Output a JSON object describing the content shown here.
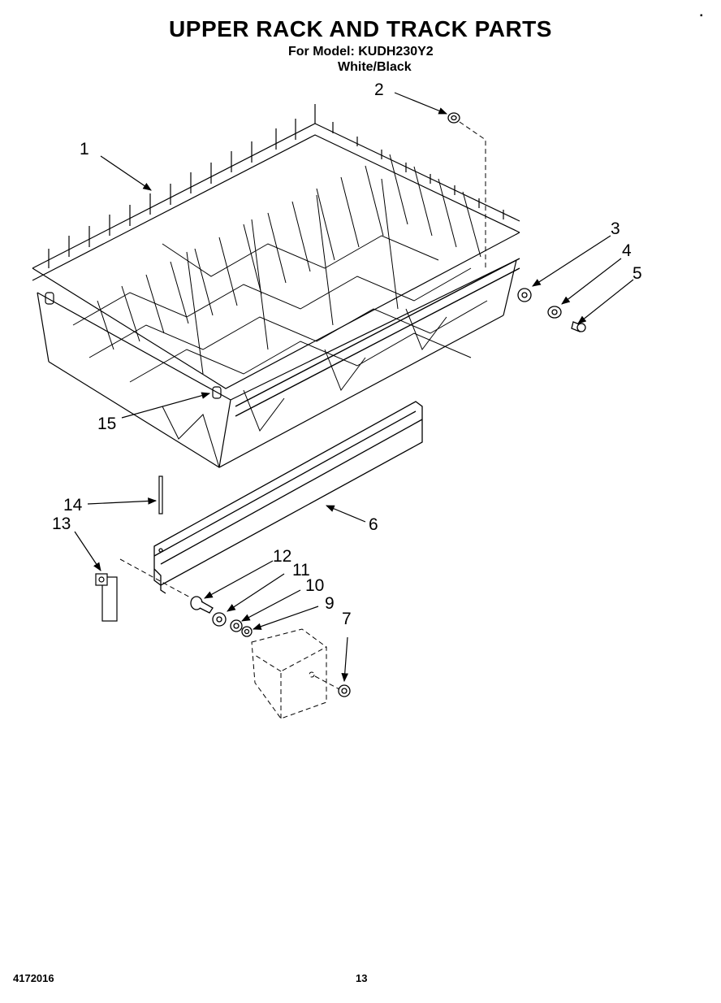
{
  "header": {
    "title": "UPPER RACK AND TRACK PARTS",
    "model_line": "For Model: KUDH230Y2",
    "variant": "White/Black"
  },
  "callouts": [
    "1",
    "2",
    "3",
    "4",
    "5",
    "6",
    "7",
    "9",
    "10",
    "11",
    "12",
    "13",
    "14",
    "15"
  ],
  "footer": {
    "code": "4172016",
    "page": "13"
  }
}
